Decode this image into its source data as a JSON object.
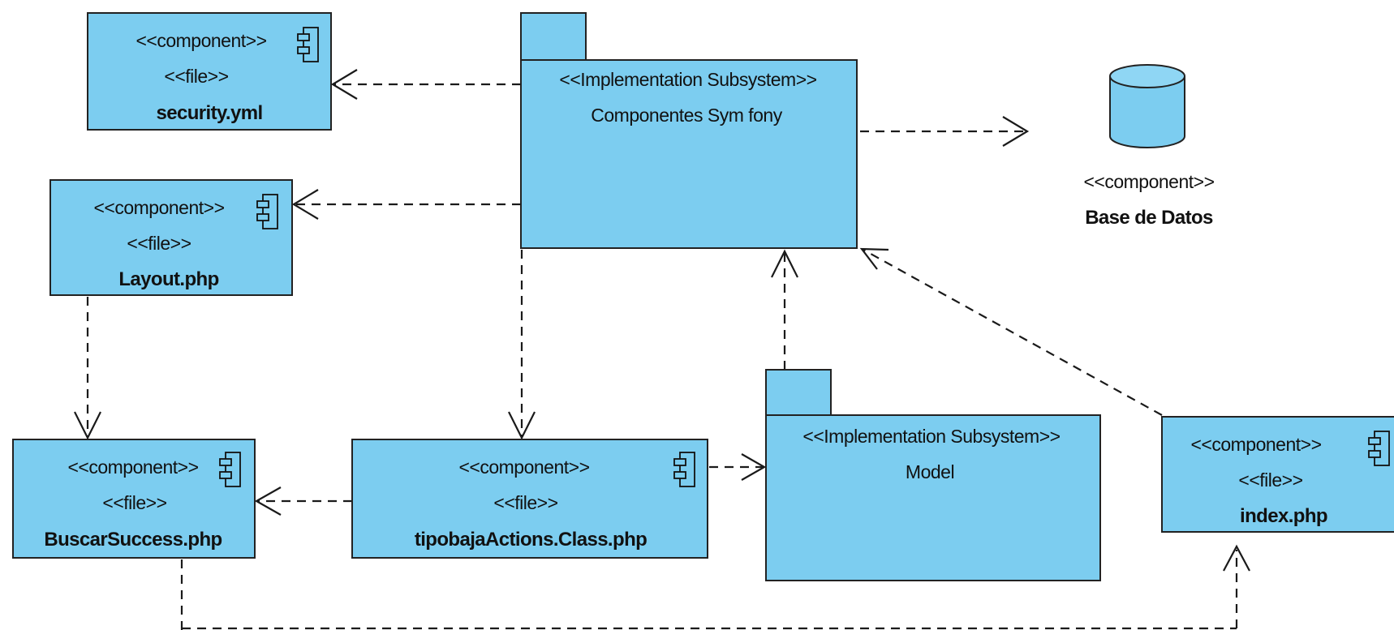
{
  "components": {
    "security": {
      "stereotype": "<<component>>",
      "file": "<<file>>",
      "name": "security.yml"
    },
    "layout": {
      "stereotype": "<<component>>",
      "file": "<<file>>",
      "name": "Layout.php"
    },
    "buscar": {
      "stereotype": "<<component>>",
      "file": "<<file>>",
      "name": "BuscarSuccess.php"
    },
    "actions": {
      "stereotype": "<<component>>",
      "file": "<<file>>",
      "name": "tipobajaActions.Class.php"
    },
    "index": {
      "stereotype": "<<component>>",
      "file": "<<file>>",
      "name": "index.php"
    },
    "database": {
      "stereotype": "<<component>>",
      "name": "Base de Datos"
    }
  },
  "subsystems": {
    "symfony": {
      "stereotype": "<<Implementation Subsystem>>",
      "name": "Componentes Sym fony"
    },
    "model": {
      "stereotype": "<<Implementation Subsystem>>",
      "name": "Model"
    }
  },
  "colors": {
    "fill": "#7ccdf0",
    "stroke": "#222222",
    "background": "#ffffff"
  },
  "icons": {
    "component": "component-icon",
    "database": "database-cylinder-icon"
  }
}
